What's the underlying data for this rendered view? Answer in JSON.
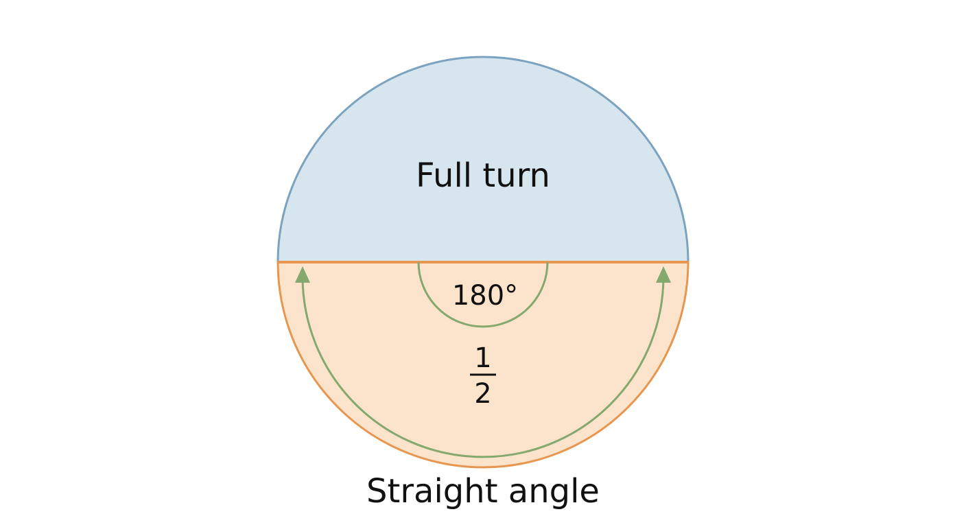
{
  "diagram": {
    "top_label": "Full turn",
    "angle_label": "180°",
    "fraction": {
      "numerator": "1",
      "denominator": "2"
    },
    "bottom_label": "Straight angle"
  },
  "colors": {
    "top_fill": "#d7e6ee",
    "top_stroke": "#7ba2bf",
    "bottom_fill": "#fbe3cc",
    "bottom_stroke": "#e8964f",
    "arc": "#85a86e",
    "text": "#111111",
    "background": "#ffffff"
  }
}
